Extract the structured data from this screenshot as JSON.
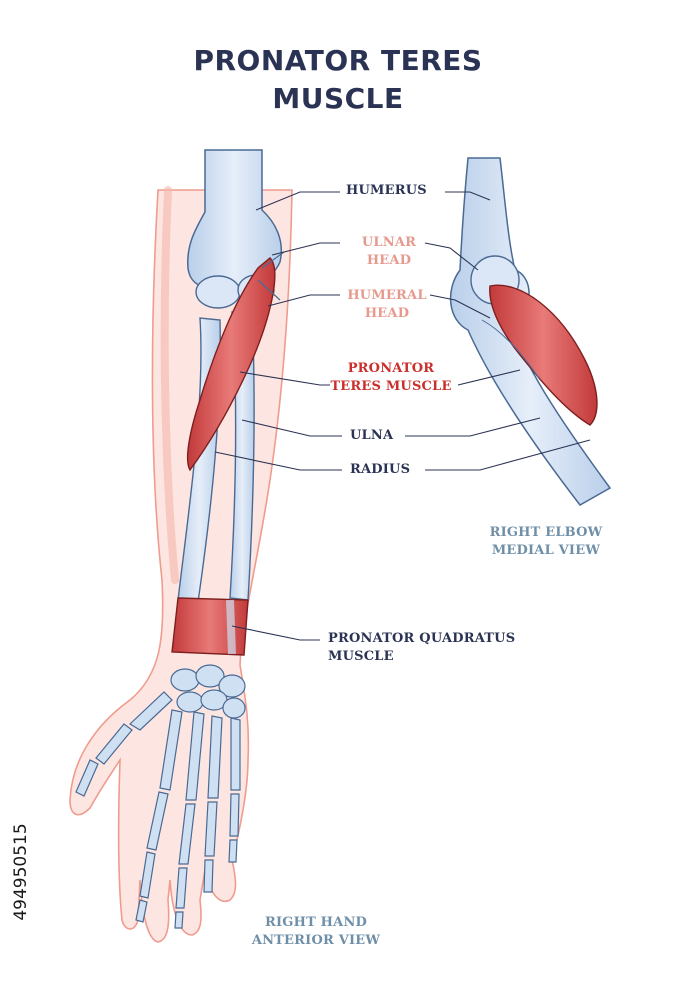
{
  "title": {
    "line1": "PRONATOR TERES",
    "line2": "MUSCLE"
  },
  "labels": {
    "humerus": "HUMERUS",
    "ulnar_head": [
      "ULNAR",
      "HEAD"
    ],
    "humeral_head": [
      "HUMERAL",
      "HEAD"
    ],
    "pronator_teres": [
      "PRONATOR",
      "TERES MUSCLE"
    ],
    "ulna": "ULNA",
    "radius": "RADIUS",
    "pronator_quadratus": [
      "PRONATOR QUADRATUS",
      "MUSCLE"
    ]
  },
  "captions": {
    "elbow_view": [
      "RIGHT ELBOW",
      "MEDIAL VIEW"
    ],
    "hand_view": [
      "RIGHT HAND",
      "ANTERIOR VIEW"
    ]
  },
  "stock_id": "494950515",
  "colors": {
    "title": "#2b3354",
    "label_dark": "#2b3354",
    "label_pink": "#e69a8e",
    "label_red": "#c9302c",
    "caption_blue": "#6f8fa8",
    "bone": "#cfe0f3",
    "muscle": "#d64c4c",
    "skin": "#fbdcd6"
  }
}
